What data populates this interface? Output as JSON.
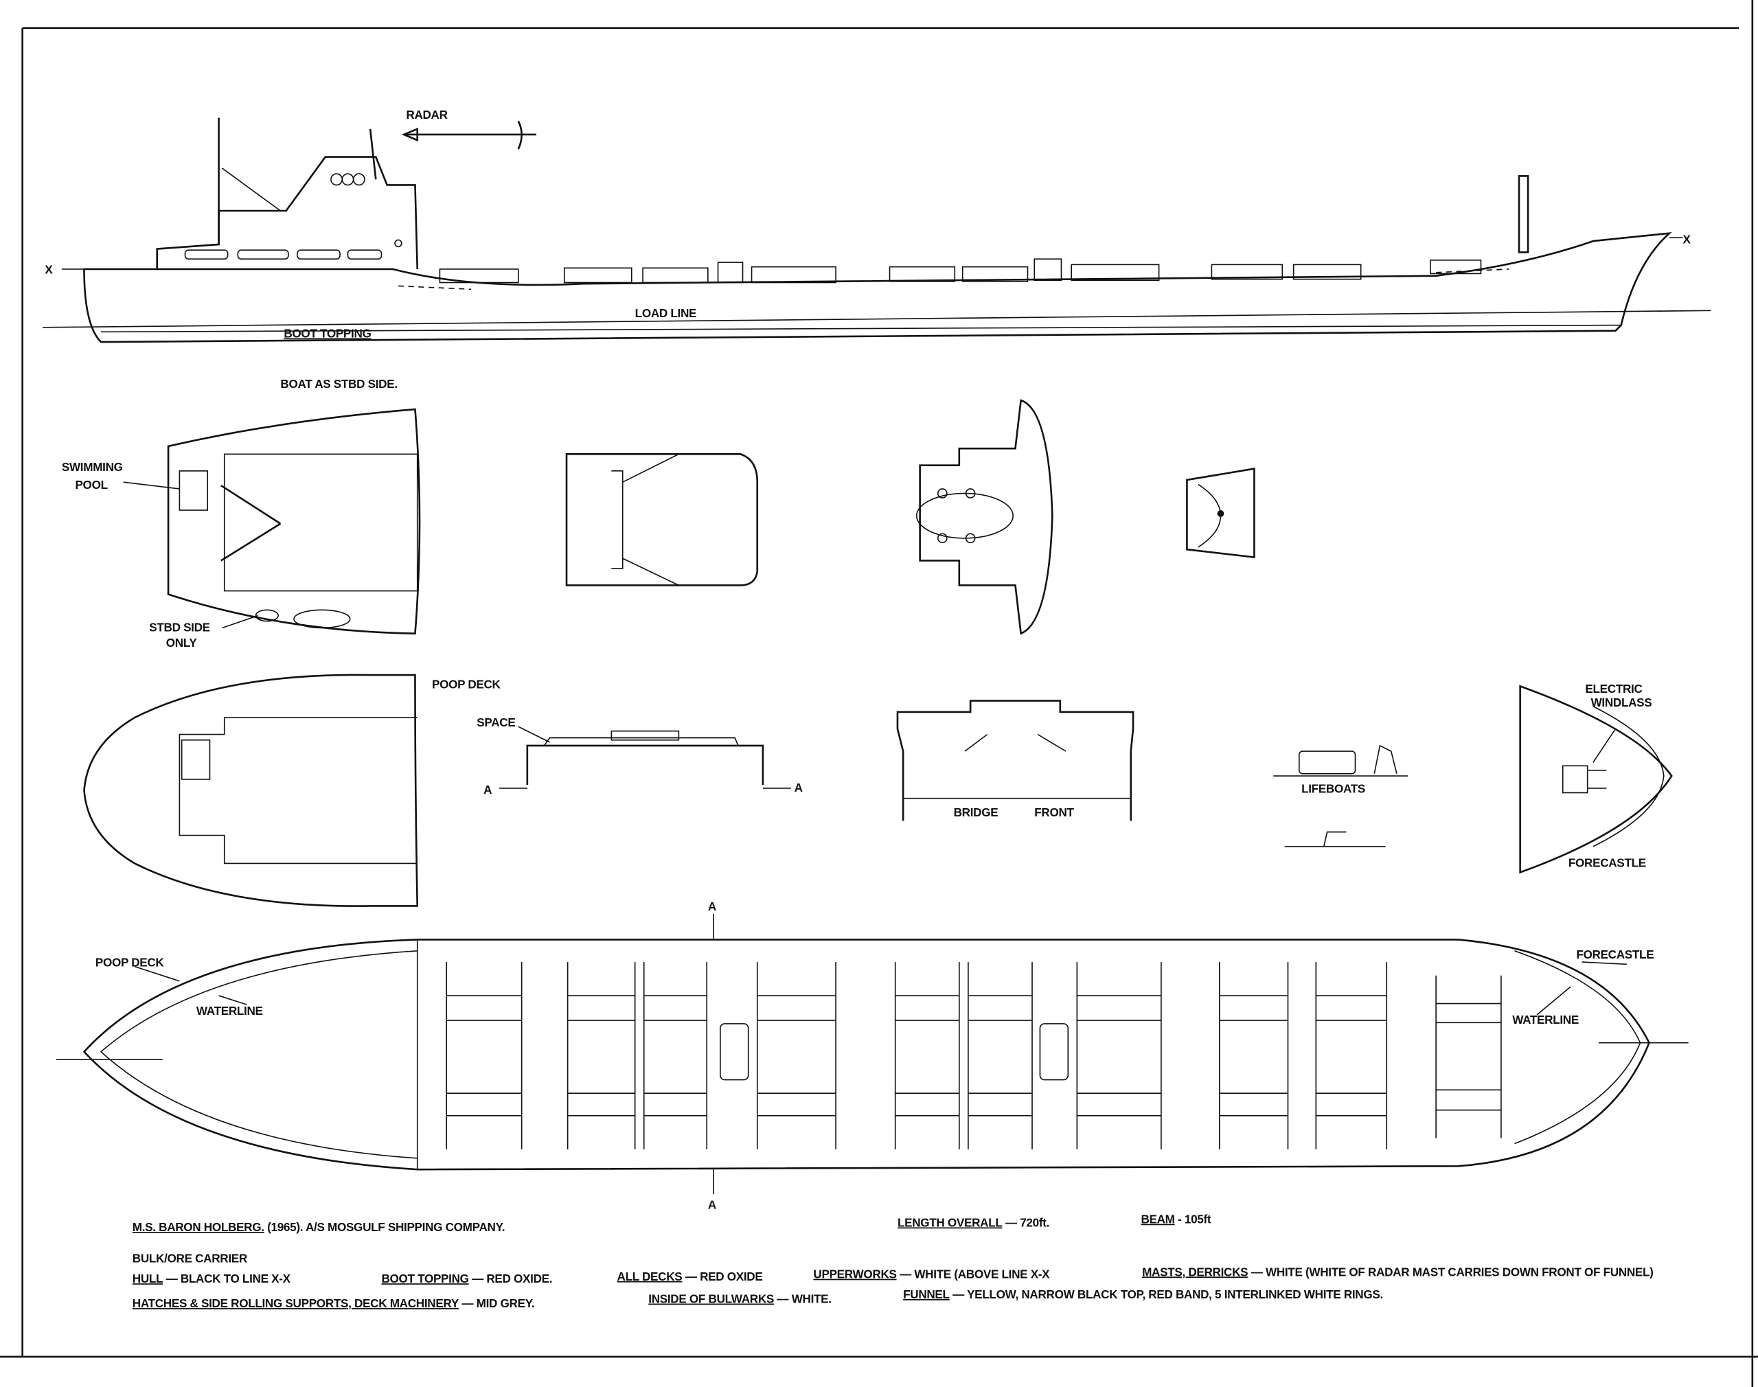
{
  "labels": {
    "radar": "RADAR",
    "x_left": "X",
    "x_right": "X",
    "load_line": "LOAD LINE",
    "boot_topping": "BOOT TOPPING",
    "boat_as_stbd": "BOAT AS STBD SIDE.",
    "swimming": "SWIMMING",
    "pool": "POOL",
    "stbd_side": "STBD SIDE",
    "only": "ONLY",
    "poop_deck": "POOP DECK",
    "space": "SPACE",
    "a_left": "A",
    "a_right": "A",
    "bridge": "BRIDGE",
    "front": "FRONT",
    "lifeboats": "LIFEBOATS",
    "electric": "ELECTRIC",
    "windlass": "WINDLASS",
    "forecastle": "FORECASTLE",
    "a_top": "A",
    "a_bottom": "A",
    "poop_deck_plan": "POOP DECK",
    "waterline_left": "WATERLINE",
    "forecastle_plan": "FORECASTLE",
    "waterline_right": "WATERLINE"
  },
  "notes": {
    "ship_name": "M.S. BARON HOLBERG.",
    "ship_owner": "(1965). A/S MOSGULF SHIPPING COMPANY.",
    "ship_type": "BULK/ORE CARRIER",
    "length_label": "LENGTH OVERALL",
    "length_value": "— 720ft.",
    "beam_label": "BEAM",
    "beam_value": "- 105ft",
    "hull_label": "HULL",
    "hull_value": "— BLACK TO LINE X-X",
    "boot_label": "BOOT TOPPING",
    "boot_value": "— RED OXIDE.",
    "decks_label": "ALL DECKS",
    "decks_value": "— RED OXIDE",
    "upper_label": "UPPERWORKS",
    "upper_value": "— WHITE (ABOVE LINE X-X",
    "masts_label": "MASTS, DERRICKS",
    "masts_value": "— WHITE (WHITE OF RADAR MAST CARRIES DOWN FRONT OF FUNNEL)",
    "hatches_label": "HATCHES & SIDE ROLLING SUPPORTS, DECK MACHINERY",
    "hatches_value": "— MID GREY.",
    "bulwarks_label": "INSIDE OF BULWARKS",
    "bulwarks_value": "— WHITE.",
    "funnel_label": "FUNNEL",
    "funnel_value": "— YELLOW, NARROW BLACK TOP, RED BAND, 5 INTERLINKED WHITE RINGS."
  }
}
